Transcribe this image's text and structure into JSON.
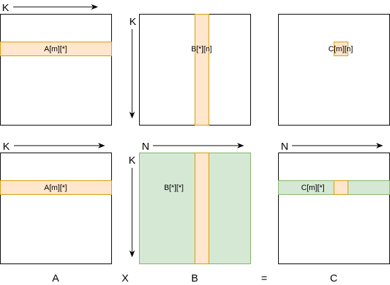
{
  "colors": {
    "stroke": "#000000",
    "highlight_fill": "#ffe6cc",
    "highlight_stroke": "#d79b00",
    "green_fill": "#d5e8d4",
    "green_stroke": "#82b366",
    "background": "#ffffff"
  },
  "top_row": {
    "a_axis": "K",
    "a_cell": "A[m][*]",
    "b_axis": "K",
    "b_cell": "B[*][n]",
    "c_cell": "C[m][n]"
  },
  "bottom_row": {
    "a_axis": "K",
    "a_cell": "A[m][*]",
    "b_axis_n": "N",
    "b_axis_k": "K",
    "b_cell": "B[*][*]",
    "c_axis": "N",
    "c_cell": "C[m][*]"
  },
  "footer": {
    "label_a": "A",
    "op_times": "X",
    "label_b": "B",
    "op_equals": "=",
    "label_c": "C"
  }
}
